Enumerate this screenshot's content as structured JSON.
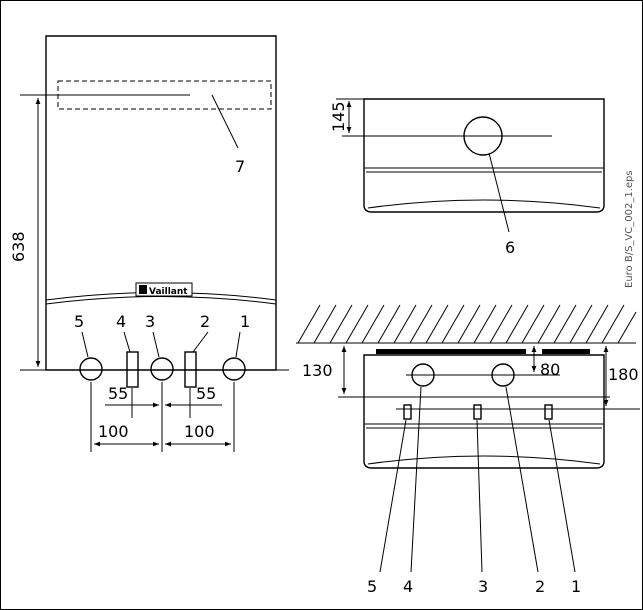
{
  "front_view": {
    "height_dim": "638",
    "callout_7": "7",
    "logo_text": "Vaillant",
    "connection_labels": [
      "5",
      "4",
      "3",
      "2",
      "1"
    ],
    "dim_55_left": "55",
    "dim_55_right": "55",
    "dim_100_left": "100",
    "dim_100_right": "100"
  },
  "top_view": {
    "dim_145": "145",
    "callout_6": "6"
  },
  "bottom_view": {
    "dim_130": "130",
    "dim_80": "80",
    "dim_180": "180",
    "connection_labels": [
      "5",
      "4",
      "3",
      "2",
      "1"
    ]
  },
  "file_label": "Euro B/S_VC_002_1.eps"
}
